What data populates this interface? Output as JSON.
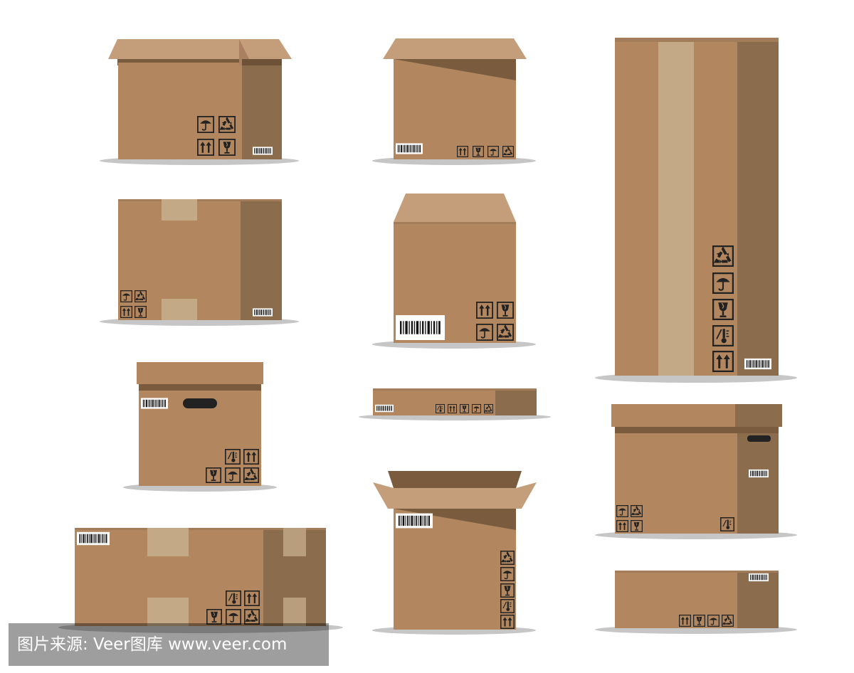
{
  "watermark": {
    "text": "图片来源: Veer图库 www.veer.com"
  },
  "colors": {
    "front": "#B2875F",
    "side": "#8B6C4C",
    "flap": "#C49E7A",
    "inner": "#7A5B3E",
    "tape": "#C3A986",
    "shadow": "#C6C6C6",
    "icon": "#222222",
    "label": "#ffffff"
  },
  "boxes": [
    {
      "name": "open-box-top-left",
      "icons": [
        "umbrella-icon",
        "recycle-icon",
        "arrows-up-icon",
        "glass-icon"
      ],
      "barcode": true
    },
    {
      "name": "open-box-top-center",
      "icons": [
        "arrows-up-icon",
        "glass-icon",
        "umbrella-icon",
        "recycle-icon"
      ],
      "barcode": true
    },
    {
      "name": "tall-box",
      "icons": [
        "recycle-icon",
        "umbrella-icon",
        "glass-icon",
        "thermometer-icon",
        "arrows-up-icon"
      ],
      "barcode": true
    },
    {
      "name": "taped-box",
      "icons": [
        "umbrella-icon",
        "recycle-icon",
        "arrows-up-icon",
        "glass-icon"
      ],
      "barcode": true
    },
    {
      "name": "closed-box-center",
      "icons": [
        "arrows-up-icon",
        "glass-icon",
        "umbrella-icon",
        "recycle-icon"
      ],
      "barcode": true
    },
    {
      "name": "lid-box-handle",
      "icons": [
        "thermometer-icon",
        "arrows-up-icon",
        "glass-icon",
        "umbrella-icon",
        "recycle-icon"
      ],
      "barcode": true
    },
    {
      "name": "flat-box",
      "icons": [
        "thermometer-icon",
        "arrows-up-icon",
        "glass-icon",
        "umbrella-icon",
        "recycle-icon"
      ],
      "barcode": true
    },
    {
      "name": "lid-box-right",
      "icons": [
        "umbrella-icon",
        "recycle-icon",
        "arrows-up-icon",
        "glass-icon",
        "thermometer-icon"
      ],
      "barcode": true
    },
    {
      "name": "wide-box",
      "icons": [
        "thermometer-icon",
        "arrows-up-icon",
        "glass-icon",
        "umbrella-icon",
        "recycle-icon"
      ],
      "barcode": true
    },
    {
      "name": "open-flaps-box",
      "icons": [
        "recycle-icon",
        "umbrella-icon",
        "glass-icon",
        "thermometer-icon",
        "arrows-up-icon"
      ],
      "barcode": true
    },
    {
      "name": "small-box-right",
      "icons": [
        "arrows-up-icon",
        "glass-icon",
        "umbrella-icon",
        "recycle-icon"
      ],
      "barcode": true
    }
  ]
}
